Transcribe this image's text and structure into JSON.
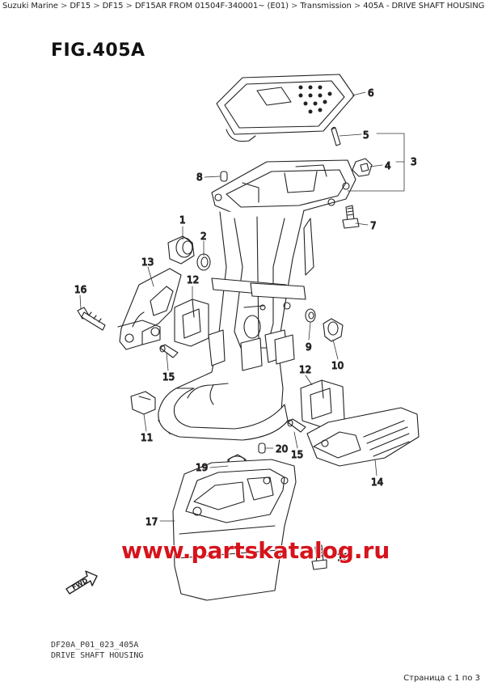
{
  "breadcrumb": {
    "items": [
      "Suzuki Marine",
      "DF15",
      "DF15",
      "DF15AR FROM 01504F-340001~ (E01)",
      "Transmission",
      "405A - DRIVE SHAFT HOUSING (P01)"
    ],
    "separator": ">"
  },
  "figure": {
    "title": "FIG.405A",
    "code": "DF20A_P01_023_405A",
    "caption": "DRIVE SHAFT HOUSING"
  },
  "callouts": [
    "1",
    "2",
    "3",
    "4",
    "5",
    "6",
    "7",
    "8",
    "9",
    "10",
    "11",
    "12",
    "12",
    "13",
    "14",
    "15",
    "15",
    "16",
    "17",
    "18",
    "19",
    "20"
  ],
  "watermark": "www.partskatalog.ru",
  "fwd_label": "FWD",
  "pagination": "Страница с 1 по 3",
  "colors": {
    "callout": "#b0171f",
    "watermark": "#d6131c",
    "line": "#222222"
  }
}
